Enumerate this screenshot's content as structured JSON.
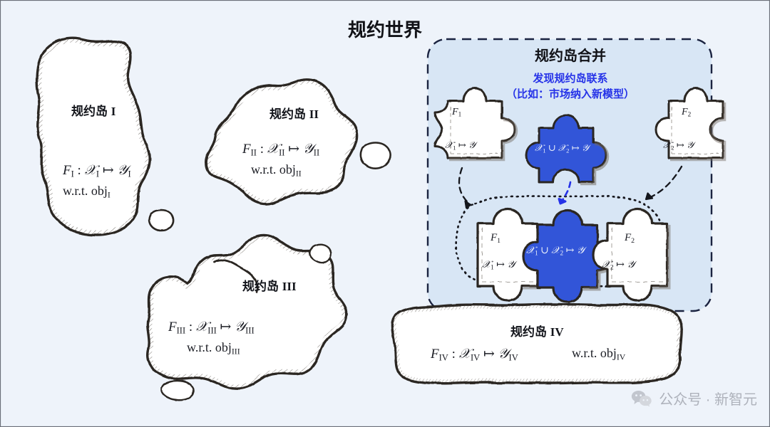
{
  "page": {
    "title": "规约世界",
    "background_color": "#eef3fa",
    "border_color": "#6b6f78"
  },
  "panel": {
    "title": "规约岛合并",
    "fill_color": "#d8e6f5",
    "border_color": "#1b2340",
    "note_line1": "发现规约岛联系",
    "note_line2": "（比如：市场纳入新模型）",
    "note_color": "#2633e8"
  },
  "islands": [
    {
      "name": "island-1",
      "label_cn": "规约岛",
      "label_num": "I",
      "formula": {
        "F": "F",
        "Fsub": "I",
        "colon": " : ",
        "X": "𝒳",
        "Xsub": "I",
        "map": " ↦ ",
        "Y": "𝒴",
        "Ysub": "I"
      },
      "wrt": {
        "text": "w.r.t. obj",
        "sub": "I"
      }
    },
    {
      "name": "island-2",
      "label_cn": "规约岛",
      "label_num": "II",
      "formula": {
        "F": "F",
        "Fsub": "II",
        "colon": " : ",
        "X": "𝒳",
        "Xsub": "II",
        "map": " ↦ ",
        "Y": "𝒴",
        "Ysub": "II"
      },
      "wrt": {
        "text": "w.r.t. obj",
        "sub": "II"
      }
    },
    {
      "name": "island-3",
      "label_cn": "规约岛",
      "label_num": "III",
      "formula": {
        "F": "F",
        "Fsub": "III",
        "colon": " : ",
        "X": "𝒳",
        "Xsub": "III",
        "map": " ↦ ",
        "Y": "𝒴",
        "Ysub": "III"
      },
      "wrt": {
        "text": "w.r.t. obj",
        "sub": "III"
      }
    },
    {
      "name": "island-4",
      "label_cn": "规约岛",
      "label_num": "IV",
      "formula": {
        "F": "F",
        "Fsub": "IV",
        "colon": " : ",
        "X": "𝒳",
        "Xsub": "IV",
        "map": " ↦ ",
        "Y": "𝒴",
        "Ysub": "IV"
      },
      "wrt": {
        "text": "w.r.t. obj",
        "sub": "IV"
      }
    }
  ],
  "puzzle": {
    "source_left": {
      "F": "F",
      "Fsub": "1",
      "body_X": "𝒳",
      "body_Xsub": "1",
      "body_map": " ↦ ",
      "body_Y": "𝒴"
    },
    "source_right": {
      "F": "F",
      "Fsub": "2",
      "body_X": "𝒳",
      "body_Xsub": "2",
      "body_map": " ↦ ",
      "body_Y": "𝒴"
    },
    "merged": {
      "X1": "𝒳",
      "X1sub": "1",
      "union": " ∪ ",
      "X2": "𝒳",
      "X2sub": "2",
      "map": " ↦ ",
      "Y": "𝒴"
    },
    "merged_fill": "#3355d8",
    "piece_fill": "#ffffff",
    "ink_color": "#2b2620"
  },
  "watermark": {
    "icon": "wechat-bubble-icon",
    "text": "公众号 · 新智元",
    "color": "#a9adb6"
  }
}
